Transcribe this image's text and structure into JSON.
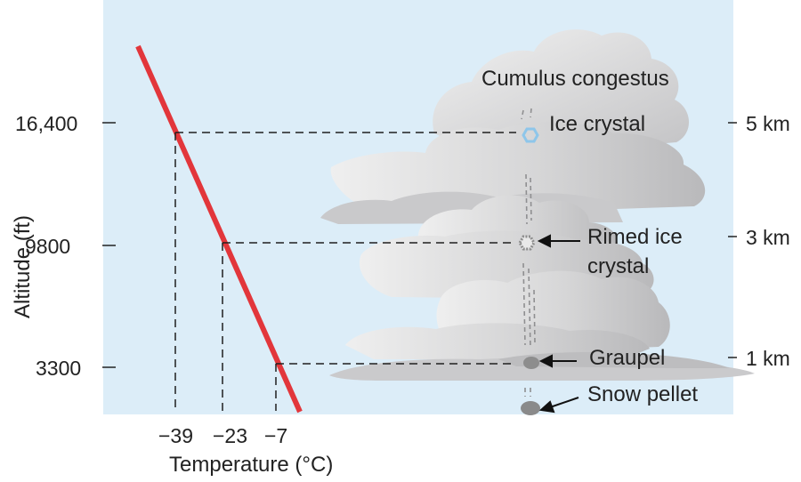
{
  "title": "Cumulus congestus",
  "colors": {
    "sky": "#dcedf8",
    "cloud_light": "#e3e3e4",
    "cloud_mid": "#cbcbcc",
    "cloud_dark": "#a9a9ab",
    "temperature_line": "#e2363b",
    "ice_crystal": "#8ec6ea",
    "particle": "#8d8d8d"
  },
  "altitude_axis": {
    "label": "Altitude (ft)",
    "ticks": [
      {
        "value": "16,400",
        "km": "5 km",
        "temperature": "−39"
      },
      {
        "value": "9800",
        "km": "3 km",
        "temperature": "−23"
      },
      {
        "value": "3300",
        "km": "1 km",
        "temperature": "−7"
      }
    ]
  },
  "temperature_axis": {
    "label": "Temperature (°C)",
    "ticks": [
      "−39",
      "−23",
      "−7"
    ]
  },
  "particles": [
    {
      "label": "Ice crystal",
      "icon": "hexagon-ice-crystal-icon"
    },
    {
      "label_line1": "Rimed ice",
      "label_line2": "crystal",
      "icon": "rimed-crystal-icon"
    },
    {
      "label": "Graupel",
      "icon": "graupel-icon"
    },
    {
      "label": "Snow pellet",
      "icon": "snow-pellet-icon"
    }
  ]
}
